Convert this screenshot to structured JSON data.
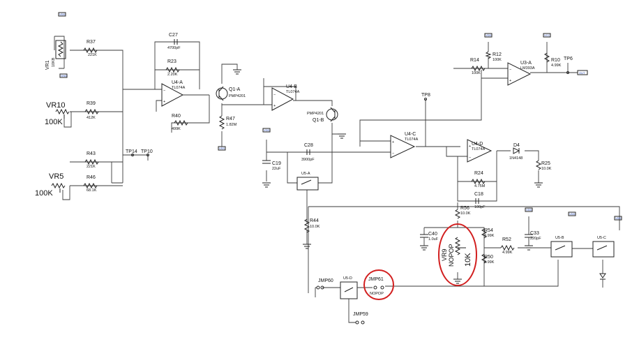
{
  "labels": {
    "vr1": "VR1",
    "vr1_value": "10KB",
    "r37": "R37",
    "r37_value": "221K",
    "c27": "C27",
    "c27_value": "4700pF",
    "r23": "R23",
    "r23_value": "2.20K",
    "u4a": "U4-A",
    "u4a_part": "TL074A",
    "q1a": "Q1-A",
    "q1a_part": "PMP4201",
    "u4b": "U4-B",
    "u4b_part": "TL074A",
    "r40": "R40",
    "r40_value": "499K",
    "r47": "R47",
    "r47_value": "1.82M",
    "q1b": "Q1-B",
    "q1b_part": "PMP4201",
    "vr10": "VR10",
    "vr10_value": "100K",
    "r39": "R39",
    "r39_value": "412K",
    "r43": "R43",
    "r43_value": "221K",
    "tp14": "TP14",
    "tp10": "TP10",
    "vr5": "VR5",
    "vr5_value": "100K",
    "r46": "R46",
    "r46_value": "68.1K",
    "c19": "C19",
    "c19_value": "22uF",
    "c28": "C28",
    "c28_value": "3900pF",
    "u5a": "U5-A",
    "r44": "R44",
    "r44_value": "10.0K",
    "tp8": "TP8",
    "u4c": "U4-C",
    "u4c_part": "TL074A",
    "r14": "R14",
    "r14_value": "100K",
    "r12": "R12",
    "r12_value": "100K",
    "u3a": "U3-A",
    "u3a_part": "LM393A",
    "r10": "R10",
    "r10_value": "4.99K",
    "tp6": "TP6",
    "u4d": "U4-D",
    "u4d_part": "TL074A",
    "d4": "D4",
    "d4_part": "1N4148",
    "r25": "R25",
    "r25_value": "10.0K",
    "r24": "R24",
    "r24_value": "4.75M",
    "c18": "C18",
    "c18_value": "100pF",
    "r56": "R56",
    "r56_value": "10.0K",
    "c40": "C40",
    "c40_value": "1.0uF",
    "r54": "R54",
    "r54_value": "4.99K",
    "vr9": "VR9",
    "vr9_nopop": "NOPOP",
    "vr9_value": "10K",
    "r50": "R50",
    "r50_value": "4.99K",
    "r52": "R52",
    "r52_value": "4.99K",
    "c33": "C33",
    "c33_value": "220pF",
    "u5b": "U5-B",
    "u5c": "U5-C",
    "jmp60": "JMP60",
    "u5d": "U5-D",
    "jmp61": "JMP61",
    "jmp61_nopop": "NOPOP",
    "jmp59": "JMP59"
  },
  "nets": {
    "vdd": "VDD",
    "vcc": "VCC",
    "vss": "VSS",
    "gnd": "GND",
    "out": "OUT"
  }
}
